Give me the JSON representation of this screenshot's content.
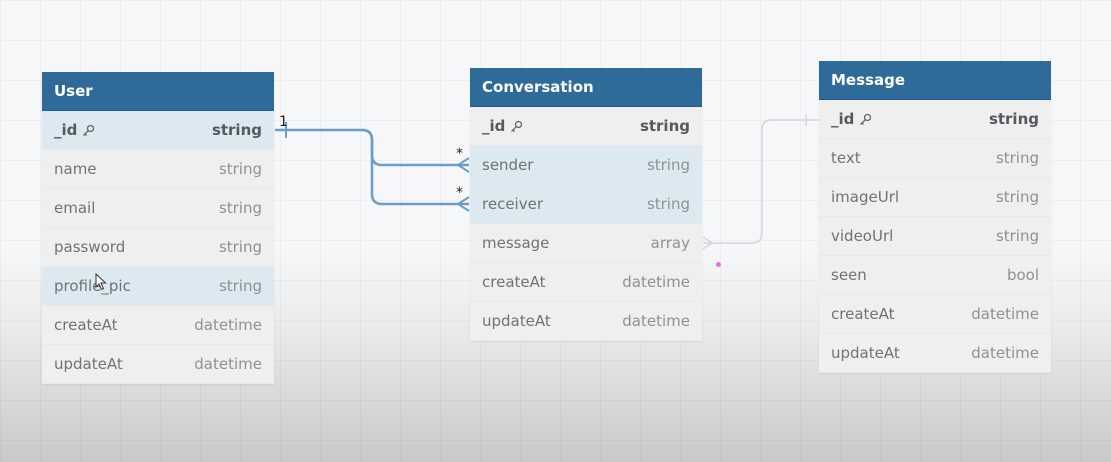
{
  "tables": [
    {
      "title": "User",
      "fields": [
        {
          "name": "_id",
          "type": "string",
          "pk": true,
          "hl": true
        },
        {
          "name": "name",
          "type": "string"
        },
        {
          "name": "email",
          "type": "string"
        },
        {
          "name": "password",
          "type": "string"
        },
        {
          "name": "profile_pic",
          "type": "string",
          "hl": true
        },
        {
          "name": "createAt",
          "type": "datetime"
        },
        {
          "name": "updateAt",
          "type": "datetime"
        }
      ]
    },
    {
      "title": "Conversation",
      "fields": [
        {
          "name": "_id",
          "type": "string",
          "pk": true
        },
        {
          "name": "sender",
          "type": "string",
          "hl": true
        },
        {
          "name": "receiver",
          "type": "string",
          "hl": true
        },
        {
          "name": "message",
          "type": "array"
        },
        {
          "name": "createAt",
          "type": "datetime"
        },
        {
          "name": "updateAt",
          "type": "datetime"
        }
      ]
    },
    {
      "title": "Message",
      "fields": [
        {
          "name": "_id",
          "type": "string",
          "pk": true
        },
        {
          "name": "text",
          "type": "string"
        },
        {
          "name": "imageUrl",
          "type": "string"
        },
        {
          "name": "videoUrl",
          "type": "string"
        },
        {
          "name": "seen",
          "type": "bool"
        },
        {
          "name": "createAt",
          "type": "datetime"
        },
        {
          "name": "updateAt",
          "type": "datetime"
        }
      ]
    }
  ],
  "relations": {
    "one_label": "1",
    "many_label_sender": "*",
    "many_label_receiver": "*",
    "color_active": "#6a9ec9",
    "color_inactive": "#d2d6da"
  }
}
